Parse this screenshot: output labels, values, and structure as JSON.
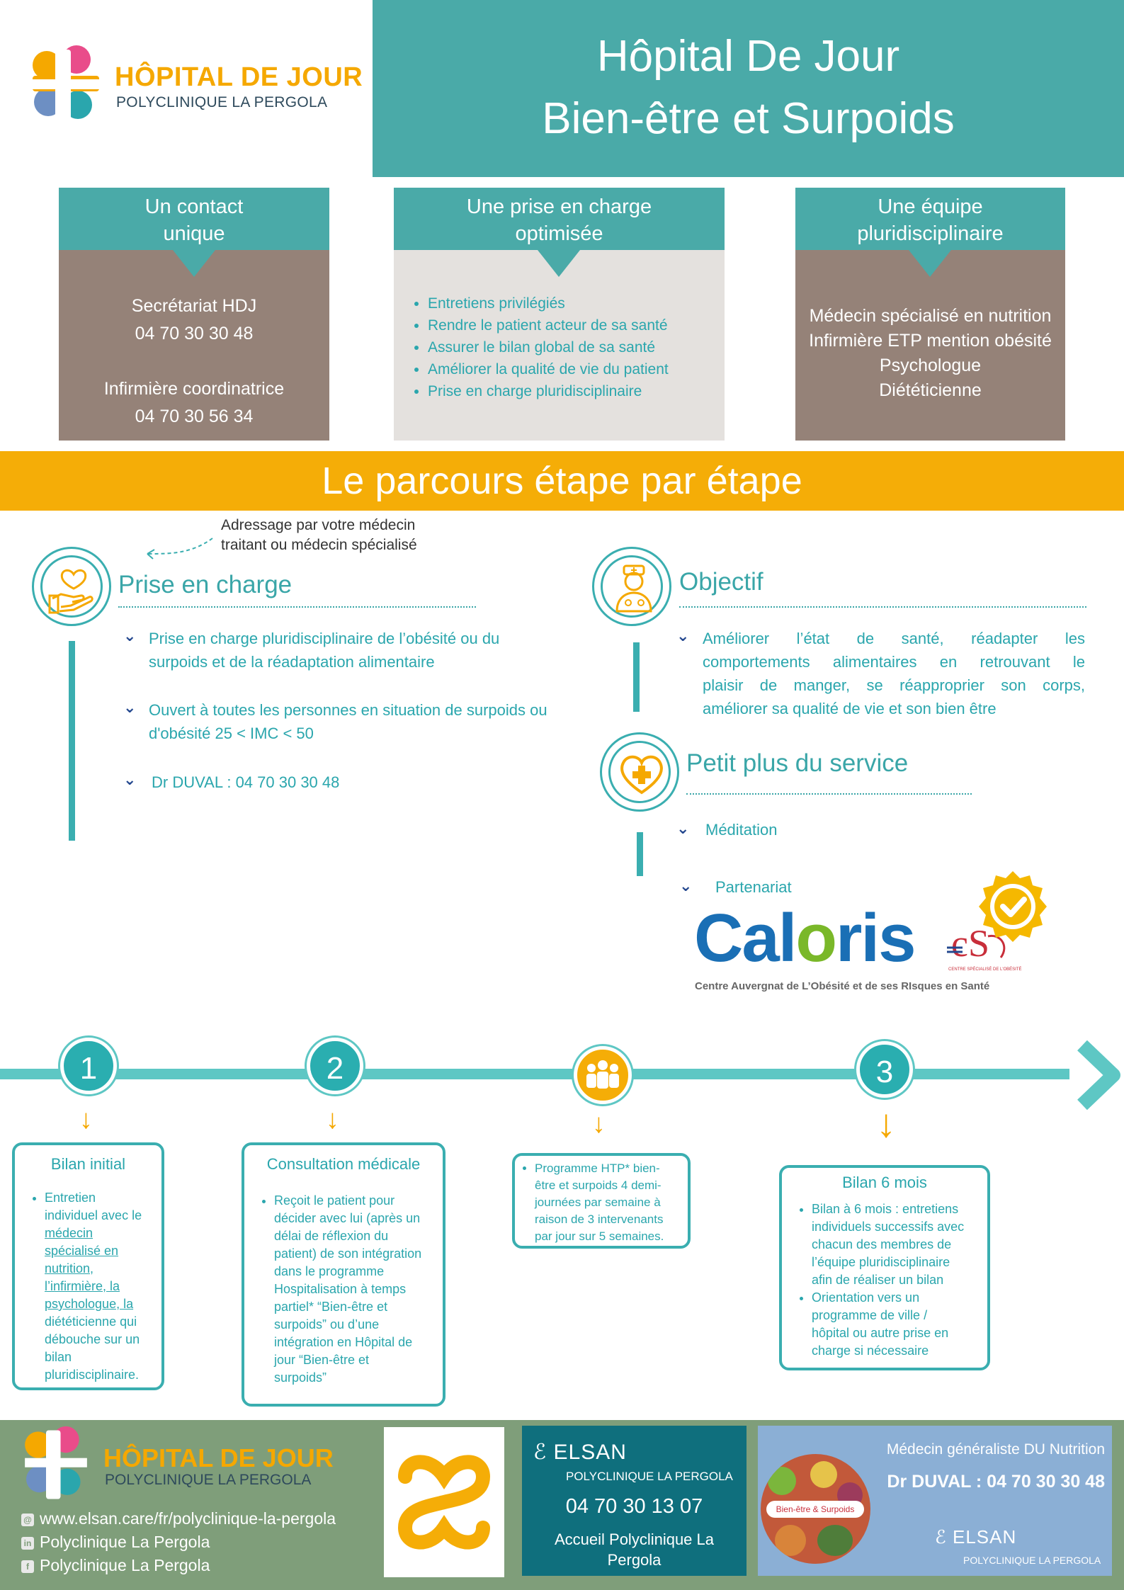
{
  "header": {
    "logo_main": "HÔPITAL DE JOUR",
    "logo_sub": "POLYCLINIQUE LA PERGOLA",
    "title_line1": "Hôpital De Jour",
    "title_line2": "Bien-être et Surpoids"
  },
  "cards": [
    {
      "title_line1": "Un contact",
      "title_line2": "unique",
      "lines": [
        "Secrétariat HDJ",
        "04 70 30 30 48",
        "",
        "Infirmière coordinatrice",
        "04 70 30 56 34"
      ],
      "bg": "#958278"
    },
    {
      "title_line1": "Une prise en charge",
      "title_line2": "optimisée",
      "items": [
        "Entretiens privilégiés",
        "Rendre le patient acteur de sa santé",
        "Assurer le bilan global de sa santé",
        "Améliorer la qualité de vie du patient",
        "Prise en charge pluridisciplinaire"
      ],
      "bg": "#e4e1de"
    },
    {
      "title_line1": "Une équipe",
      "title_line2": "pluridisciplinaire",
      "lines": [
        "Médecin spécialisé en nutrition",
        "Infirmière ETP mention obésité",
        "Psychologue",
        "Diététicienne"
      ],
      "bg": "#958278"
    }
  ],
  "banner": {
    "title": "Le parcours étape par étape"
  },
  "prise_en_charge": {
    "note_line1": "Adressage par votre médecin",
    "note_line2": "traitant ou médecin spécialisé",
    "title": "Prise en charge",
    "item1_line1": "Prise en charge pluridisciplinaire de l’obésité ou du",
    "item1_line2": "surpoids et de la réadaptation alimentaire",
    "item2_line1": "Ouvert à toutes les personnes en situation de surpoids  ou",
    "item2_line2": "d'obésité 25 < IMC < 50",
    "item3": "Dr DUVAL : 04 70 30 30 48"
  },
  "objectif": {
    "title": "Objectif",
    "text_line1": "Améliorer l’état de santé, réadapter les",
    "text_line2": "comportements alimentaires en retrouvant le",
    "text_line3": "plaisir de manger, se réapproprier son corps,",
    "text_line4": "améliorer sa qualité de vie et son bien être"
  },
  "petit_plus": {
    "title": "Petit plus du service",
    "item1": "Méditation",
    "item2": "Partenariat",
    "caloris_logo": "Caloris",
    "caloris_sub": "Centre Auvergnat de L’Obésité et de ses RIsques en Santé",
    "cso_logo": "CSO",
    "cso_sub": "CENTRE SPÉCIALISÉ DE L'OBÉSITÉ"
  },
  "timeline": {
    "steps": [
      {
        "num": "1"
      },
      {
        "num": "2"
      },
      {
        "num": "3"
      }
    ],
    "box1": {
      "title": "Bilan initial",
      "lines": [
        "Entretien",
        "individuel avec le",
        "médecin",
        "spécialisé en",
        "nutrition,",
        "l’infirmière, la",
        "psychologue, la",
        "diététicienne  qui",
        "débouche sur un",
        "bilan",
        "pluridisciplinaire."
      ]
    },
    "box2": {
      "title": "Consultation médicale",
      "lines": [
        "Reçoit le patient pour",
        "décider avec lui (après un",
        "délai de réflexion du",
        "patient) de son intégration",
        "dans le programme",
        "Hospitalisation à temps",
        "partiel* “Bien-être et",
        "surpoids” ou d’une",
        "intégration en Hôpital de",
        "jour “Bien-être et",
        "surpoids”"
      ]
    },
    "box3": {
      "lines": [
        "Programme HTP* bien-",
        "être et surpoids 4 demi-",
        "journées par semaine à",
        "raison de 3 intervenants",
        "par jour sur 5 semaines."
      ]
    },
    "box4": {
      "title": "Bilan 6 mois",
      "li1": [
        "Bilan à 6 mois  : entretiens",
        "individuels successifs avec",
        "chacun des membres de",
        "l’équipe pluridisciplinaire",
        "afin de réaliser un bilan"
      ],
      "li2": [
        "Orientation vers un",
        "programme de ville /",
        "hôpital ou autre prise en",
        "charge si nécessaire"
      ]
    }
  },
  "footer": {
    "logo_main": "HÔPITAL DE JOUR",
    "logo_sub": "POLYCLINIQUE LA PERGOLA",
    "website": "www.elsan.care/fr/polyclinique-la-pergola",
    "linkedin": "Polyclinique La Pergola",
    "facebook": "Polyclinique La Pergola",
    "elsan_brand": "ELSAN",
    "elsan_sub": "POLYCLINIQUE LA PERGOLA",
    "phone": "04 70 30 13 07",
    "accueil_line1": "Accueil Polyclinique La",
    "accueil_line2": "Pergola",
    "doctor_role": "Médecin généraliste DU Nutrition",
    "doctor_phone": "Dr DUVAL : 04 70 30 30 48",
    "food_badge": "Bien-être & Surpoids",
    "elsan_brand2": "ELSAN",
    "elsan_sub2": "POLYCLINIQUE LA PERGOLA"
  },
  "colors": {
    "teal": "#4aaaa8",
    "orange": "#f5ad07",
    "taupe": "#958278",
    "navy": "#24488f"
  }
}
